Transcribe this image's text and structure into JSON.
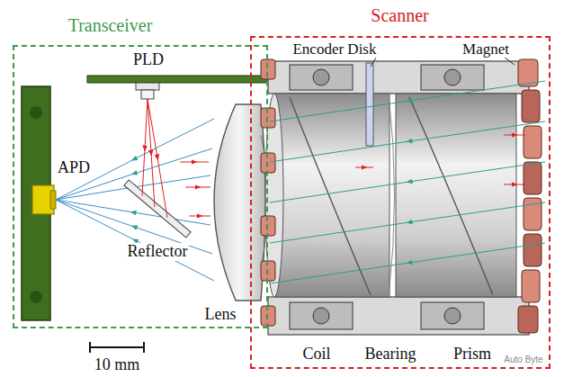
{
  "diagram": {
    "nodes": [
      {
        "text": [
          "Transceiver"
        ]
      },
      {
        "text": [
          "Scanner"
        ]
      }
    ],
    "labels": [
      "PLD",
      "APD",
      "Reflector",
      "Lens",
      "Encoder Disk",
      "Magnet",
      "Coil",
      "Bearing",
      "Prism",
      "10 mm",
      "Auto Byte"
    ]
  }
}
